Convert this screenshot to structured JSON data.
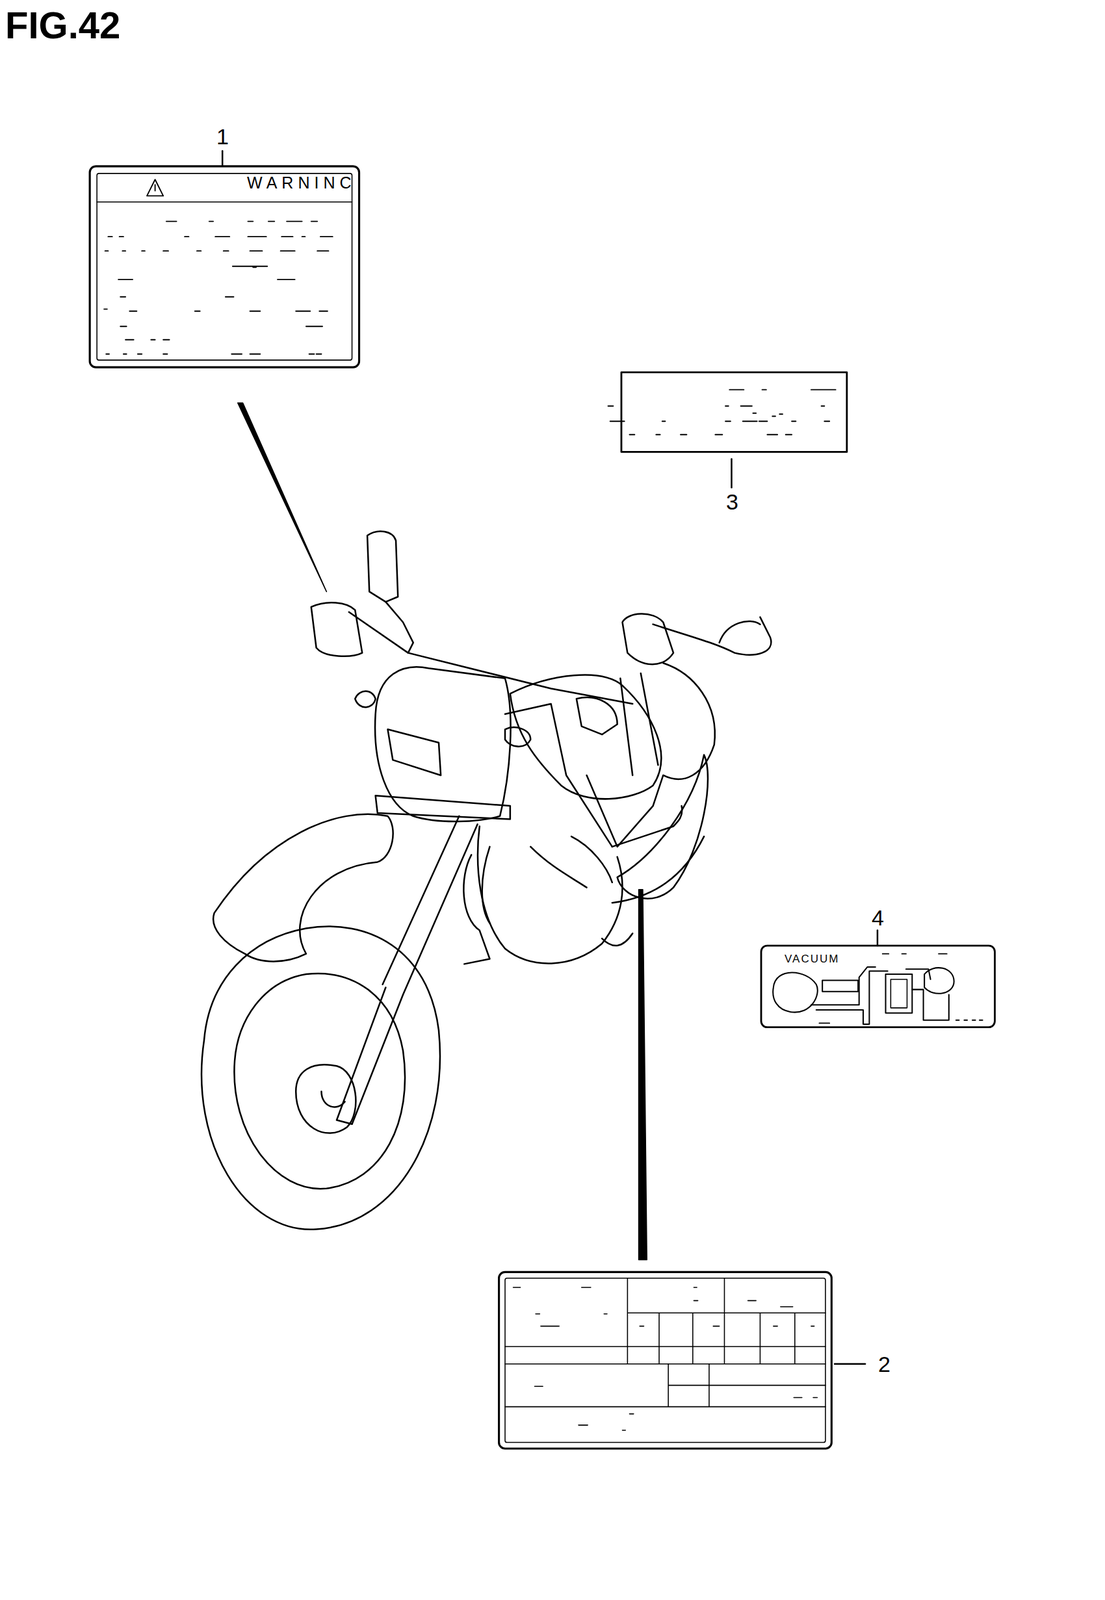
{
  "diagram": {
    "title": "FIG.42",
    "nodes": [
      {
        "text": [
          "WARNINC"
        ]
      },
      {
        "text": [
          "VACUUM"
        ]
      }
    ],
    "labels": [
      "1",
      "3",
      "4",
      "2"
    ]
  }
}
